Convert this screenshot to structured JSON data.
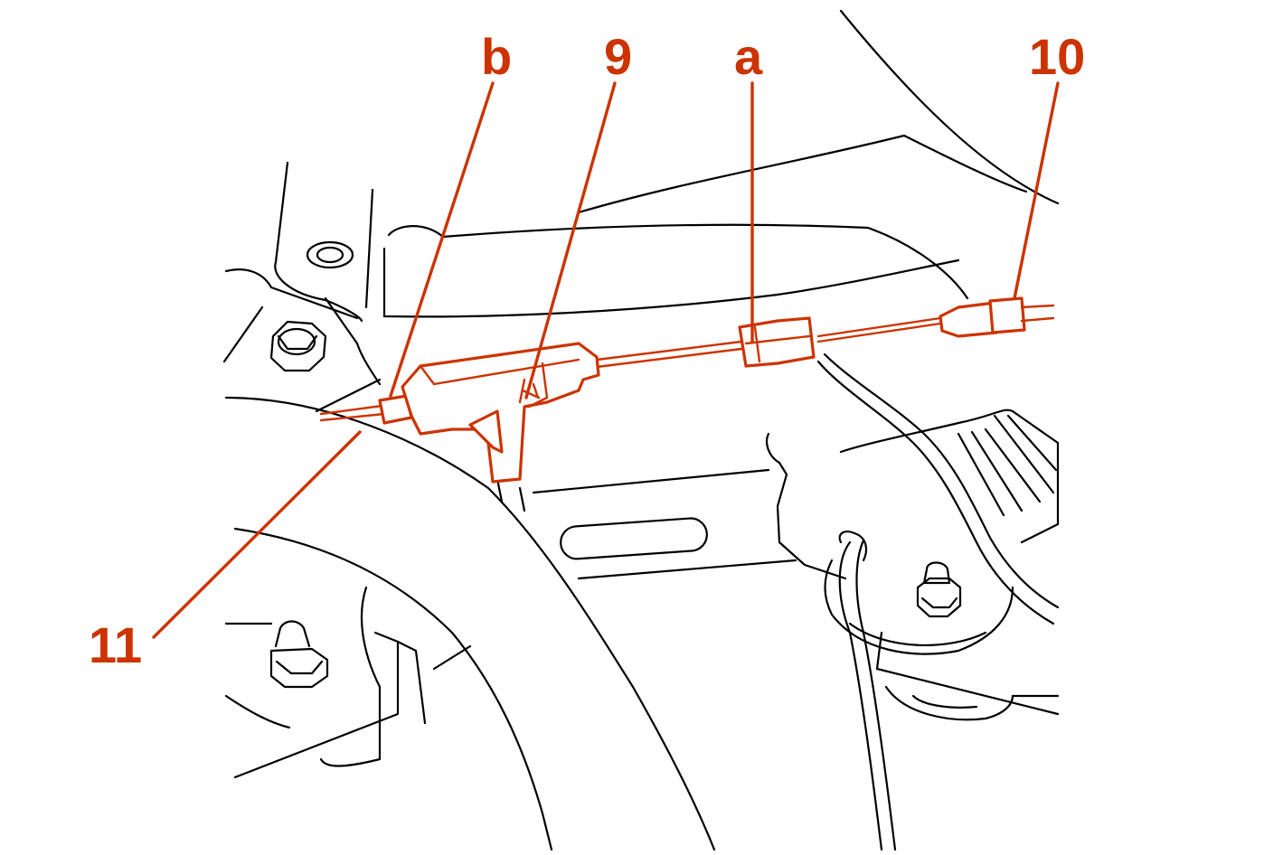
{
  "colors": {
    "accent": "#cc3300",
    "line": "#000000",
    "background": "#ffffff"
  },
  "callouts": {
    "b": "b",
    "nine": "9",
    "a": "a",
    "ten": "10",
    "eleven": "11"
  }
}
